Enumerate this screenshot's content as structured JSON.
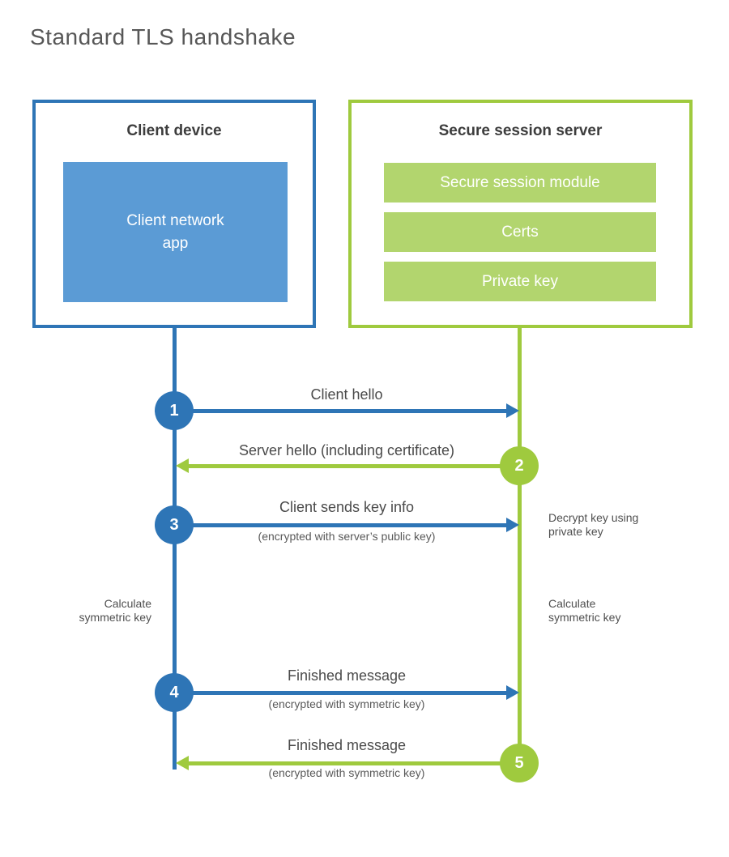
{
  "title": "Standard TLS handshake",
  "colors": {
    "client_accent": "#2e75b6",
    "client_fill": "#5b9bd5",
    "server_accent": "#9fca3e",
    "server_fill": "#b2d56e",
    "heading_text": "#3d3d3d",
    "label_text": "#4a4a4a",
    "note_text": "#4f4f4f"
  },
  "client": {
    "heading": "Client device",
    "app_label": "Client network app"
  },
  "server": {
    "heading": "Secure session server",
    "modules": [
      "Secure session module",
      "Certs",
      "Private key"
    ]
  },
  "steps": [
    {
      "num": "1",
      "label": "Client hello",
      "sublabel": "",
      "direction": "client-to-server"
    },
    {
      "num": "2",
      "label": "Server hello (including certificate)",
      "sublabel": "",
      "direction": "server-to-client"
    },
    {
      "num": "3",
      "label": "Client sends key info",
      "sublabel": "(encrypted with server’s public key)",
      "direction": "client-to-server"
    },
    {
      "num": "4",
      "label": "Finished message",
      "sublabel": "(encrypted with symmetric key)",
      "direction": "client-to-server"
    },
    {
      "num": "5",
      "label": "Finished message",
      "sublabel": "(encrypted with symmetric key)",
      "direction": "server-to-client"
    }
  ],
  "notes": {
    "decrypt": "Decrypt key using private key",
    "calc_left": "Calculate symmetric key",
    "calc_right": "Calculate symmetric key"
  }
}
